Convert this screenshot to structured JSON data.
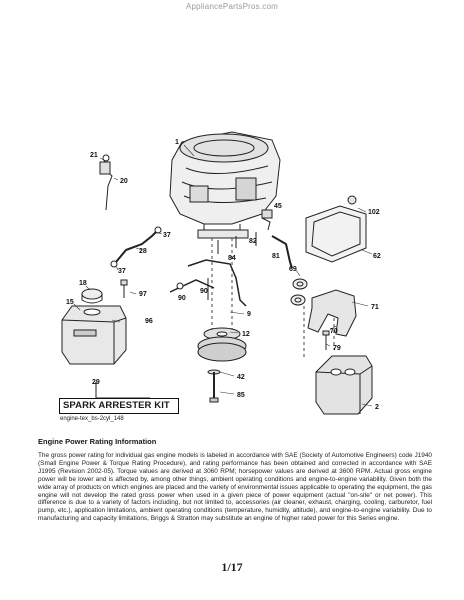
{
  "watermark": "AppliancePartsPros.com",
  "callouts": {
    "c1": "1",
    "c2": "2",
    "c9": "9",
    "c12": "12",
    "c15": "15",
    "c18": "18",
    "c20": "20",
    "c21": "21",
    "c28": "28",
    "c29": "29",
    "c37a": "37",
    "c37b": "37",
    "c42": "42",
    "c45": "45",
    "c62": "62",
    "c69": "69",
    "c70": "70",
    "c71": "71",
    "c79": "79",
    "c81": "81",
    "c82": "82",
    "c84": "84",
    "c85": "85",
    "c90a": "90",
    "c90b": "90",
    "c96": "96",
    "c97": "97",
    "c102": "102"
  },
  "spark_arrester_kit": "SPARK ARRESTER KIT",
  "image_id": "engine-tex_bs-2cyl_148",
  "section": {
    "title": "Engine Power Rating Information",
    "body": "The gross power rating for individual gas engine models is labeled in accordance with SAE (Society of Automotive Engineers) code J1940 (Small Engine Power & Torque Rating Procedure), and rating performance has been obtained and corrected in accordance with SAE J1995 (Revision 2002-05). Torque values are derived at 3060 RPM; horsepower values are derived at 3600 RPM. Actual gross engine power will be lower and is affected by, among other things, ambient operating conditions and engine-to-engine variability. Given both the wide array of products on which engines are placed and the variety of environmental issues applicable to operating the equipment, the gas engine will not develop the rated gross power when used in a given piece of power equipment (actual \"on-site\" or net power). This difference is due to a variety of factors including, but not limited to, accessories (air cleaner, exhaust, charging, cooling, carburetor, fuel pump, etc.), application limitations, ambient operating conditions (temperature, humidity, altitude), and engine-to-engine variability. Due to manufacturing and capacity limitations, Briggs & Stratton may substitute an engine of higher rated power for this Series engine."
  },
  "page_number": "1/17"
}
